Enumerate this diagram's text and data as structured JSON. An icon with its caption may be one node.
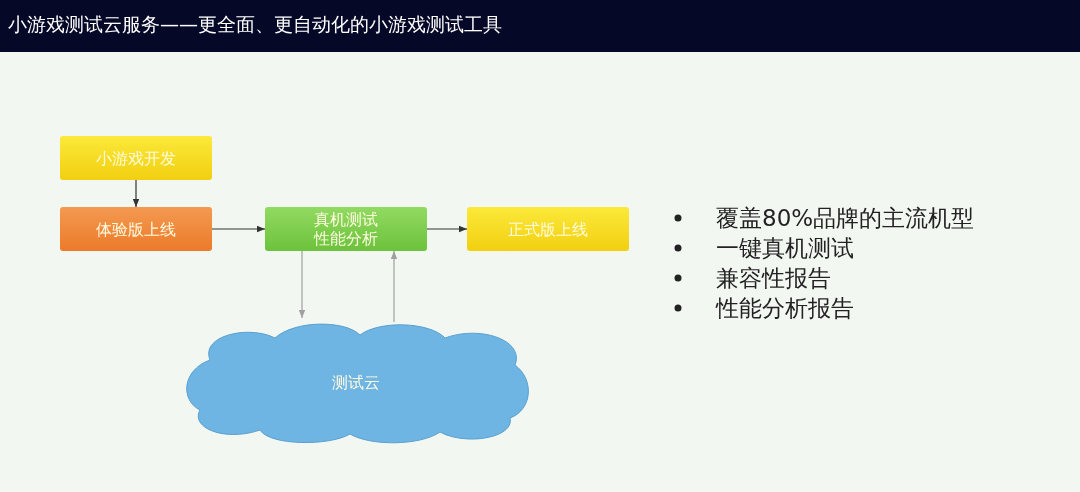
{
  "diagram": {
    "title": "小游戏测试云服务——更全面、更自动化的小游戏测试工具",
    "nodes": [
      {
        "text": [
          "小游戏开发"
        ]
      },
      {
        "text": [
          "体验版上线"
        ]
      },
      {
        "text": [
          "真机测试",
          "性能分析"
        ]
      },
      {
        "text": [
          "正式版上线"
        ]
      },
      {
        "text": [
          "测试云"
        ]
      }
    ],
    "edges": [
      {
        "from": 0,
        "to": 1,
        "arrow": "to"
      },
      {
        "from": 1,
        "to": 2,
        "arrow": "to"
      },
      {
        "from": 2,
        "to": 3,
        "arrow": "to"
      },
      {
        "from": 2,
        "to": 4,
        "arrow": "to",
        "color": "#a0a0a0"
      },
      {
        "from": 4,
        "to": 2,
        "arrow": "to",
        "color": "#a0a0a0"
      }
    ],
    "labels": [
      "覆盖80%品牌的主流机型",
      "一键真机测试",
      "兼容性报告",
      "性能分析报告"
    ]
  }
}
